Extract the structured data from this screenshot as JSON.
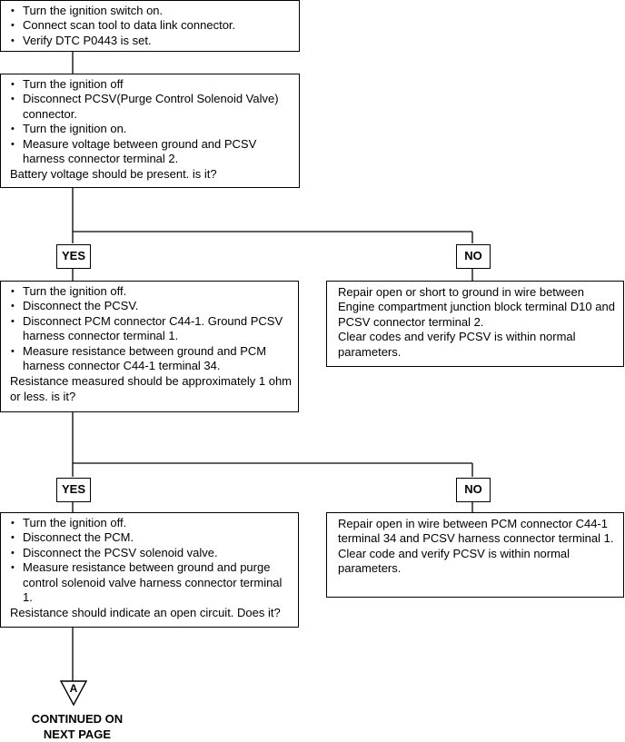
{
  "box1": {
    "items": [
      "Turn the ignition switch on.",
      "Connect scan tool to data link connector.",
      "Verify DTC P0443 is set."
    ]
  },
  "box2": {
    "items": [
      "Turn the ignition off",
      "Disconnect PCSV(Purge Control Solenoid Valve) connector.",
      "Turn the ignition on.",
      "Measure voltage between ground and PCSV harness connector terminal 2."
    ],
    "question": "Battery voltage should be present. is it?"
  },
  "branch1": {
    "yes_label": "YES",
    "no_label": "NO",
    "no_text": "Repair open or short to ground in wire between Engine compartment junction block terminal D10 and PCSV connector terminal 2.\nClear codes and verify PCSV is within normal parameters."
  },
  "box3": {
    "items": [
      "Turn the ignition off.",
      "Disconnect the PCSV.",
      "Disconnect PCM connector C44-1. Ground PCSV harness connector terminal 1.",
      "Measure resistance between ground and PCM harness connector C44-1 terminal 34."
    ],
    "question": "Resistance measured should be approximately 1 ohm or less. is it?"
  },
  "branch2": {
    "yes_label": "YES",
    "no_label": "NO",
    "no_text": "Repair open in wire between PCM connector C44-1 terminal 34 and PCSV harness connector terminal 1.\nClear code and verify PCSV is within normal parameters."
  },
  "box4": {
    "items": [
      "Turn the ignition off.",
      "Disconnect the PCM.",
      "Disconnect the PCSV solenoid valve.",
      "Measure resistance between ground and purge control solenoid valve harness connector terminal 1."
    ],
    "question": "Resistance should indicate an open circuit. Does it?"
  },
  "connector": {
    "letter": "A",
    "line1": "CONTINUED  ON",
    "line2": "NEXT  PAGE"
  }
}
